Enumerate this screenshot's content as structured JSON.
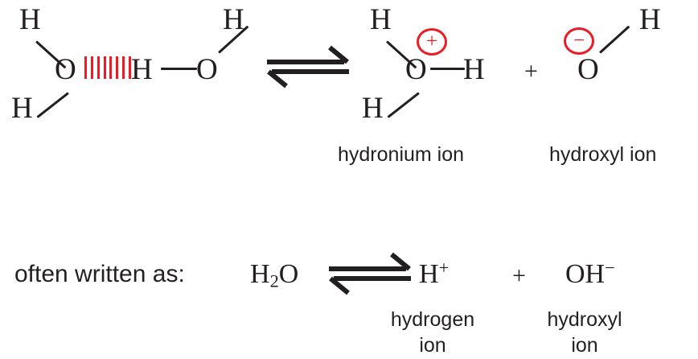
{
  "figure": {
    "title": "Autoionization of water equilibrium diagram",
    "background_color": "#ffffff",
    "ink_color": "#231f20",
    "accent_color": "#ed1c24"
  },
  "top_row": {
    "left_water": {
      "h_upper": "H",
      "h_lower": "H",
      "oxygen": "O"
    },
    "hydrogen_bond": {
      "style": "dashed-red-vertical-ticks",
      "tick_count": 8,
      "color": "#ed1c24"
    },
    "right_water": {
      "hydrogen_bonded": "H",
      "oxygen": "O",
      "h_upper": "H"
    },
    "equilibrium_arrow": "equilibrium-double-arrow",
    "hydronium": {
      "h_upper": "H",
      "h_lower": "H",
      "oxygen": "O",
      "h_right": "H",
      "charge": "+",
      "charge_color": "#ed1c24",
      "label": "hydronium ion"
    },
    "plus_operator": "+",
    "hydroxyl": {
      "oxygen": "O",
      "hydrogen": "H",
      "charge": "−",
      "charge_color": "#ed1c24",
      "label": "hydroxyl ion"
    }
  },
  "bottom_row": {
    "lead_text": "often written as:",
    "reactant": {
      "symbol": "H",
      "subscript": "2",
      "symbol_tail": "O"
    },
    "equilibrium_arrow": "equilibrium-double-arrow",
    "product_one": {
      "symbol": "H",
      "superscript": "+",
      "label_line1": "hydrogen",
      "label_line2": "ion"
    },
    "plus_operator": "+",
    "product_two": {
      "symbol": "OH",
      "superscript": "−",
      "label_line1": "hydroxyl",
      "label_line2": "ion"
    }
  }
}
